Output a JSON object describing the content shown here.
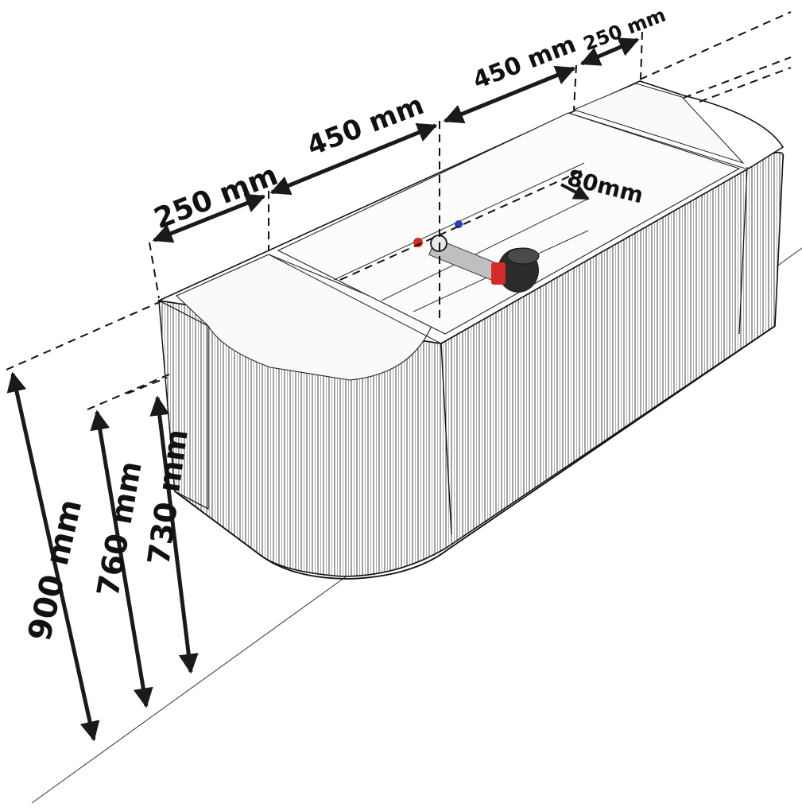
{
  "dimensions": {
    "top": {
      "left_end": "250 mm",
      "left_center": "450 mm",
      "right_center": "450 mm",
      "right_end": "250 mm",
      "depth_offset": "80mm"
    },
    "heights": {
      "total": "900 mm",
      "top_edge": "760 mm",
      "rim": "730 mm"
    }
  },
  "colors": {
    "outline": "#111111",
    "arrow": "#1a1a1a",
    "hot_marker": "#d42a2a",
    "cold_marker": "#2a3db0",
    "drain_dark": "#2b2b2b",
    "pipe": "#bfbfbf"
  }
}
